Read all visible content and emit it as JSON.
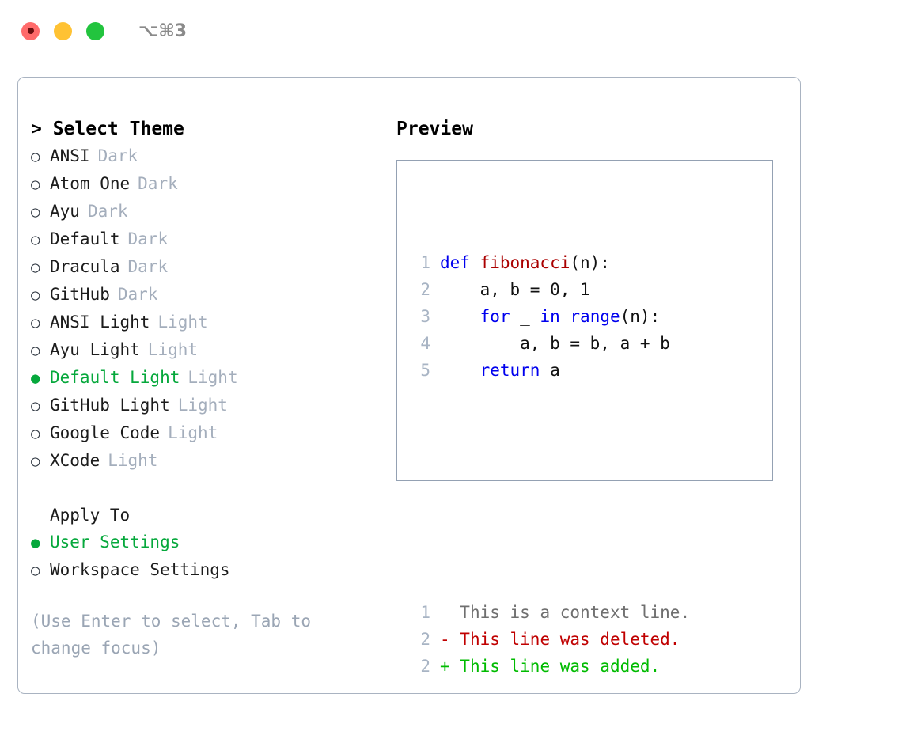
{
  "titlebar": {
    "buttons": [
      {
        "name": "close",
        "color": "#ff6b6b"
      },
      {
        "name": "minimize",
        "color": "#ffc233"
      },
      {
        "name": "zoom",
        "color": "#22c43e"
      }
    ],
    "shortcut": "⌥⌘3"
  },
  "theme_panel": {
    "header": "> Select Theme",
    "items": [
      {
        "bullet": "○",
        "label": "ANSI",
        "badge": "Dark",
        "selected": false
      },
      {
        "bullet": "○",
        "label": "Atom One",
        "badge": "Dark",
        "selected": false
      },
      {
        "bullet": "○",
        "label": "Ayu",
        "badge": "Dark",
        "selected": false
      },
      {
        "bullet": "○",
        "label": "Default",
        "badge": "Dark",
        "selected": false
      },
      {
        "bullet": "○",
        "label": "Dracula",
        "badge": "Dark",
        "selected": false
      },
      {
        "bullet": "○",
        "label": "GitHub",
        "badge": "Dark",
        "selected": false
      },
      {
        "bullet": "○",
        "label": "ANSI Light",
        "badge": "Light",
        "selected": false
      },
      {
        "bullet": "○",
        "label": "Ayu Light",
        "badge": "Light",
        "selected": false
      },
      {
        "bullet": "●",
        "label": "Default Light",
        "badge": "Light",
        "selected": true
      },
      {
        "bullet": "○",
        "label": "GitHub Light",
        "badge": "Light",
        "selected": false
      },
      {
        "bullet": "○",
        "label": "Google Code",
        "badge": "Light",
        "selected": false
      },
      {
        "bullet": "○",
        "label": "XCode",
        "badge": "Light",
        "selected": false
      }
    ],
    "apply_to": {
      "header": "Apply To",
      "options": [
        {
          "bullet": "●",
          "label": "User Settings",
          "selected": true
        },
        {
          "bullet": "○",
          "label": "Workspace Settings",
          "selected": false
        }
      ]
    },
    "hint": "(Use Enter to select, Tab to change focus)"
  },
  "preview": {
    "title": "Preview",
    "code_lines": [
      {
        "num": "1",
        "segments": [
          {
            "text": "def ",
            "style": "kw"
          },
          {
            "text": "fibonacci",
            "style": "fn"
          },
          {
            "text": "(n):",
            "style": "plain"
          }
        ]
      },
      {
        "num": "2",
        "segments": [
          {
            "text": "    a, b = 0, 1",
            "style": "plain"
          }
        ]
      },
      {
        "num": "3",
        "segments": [
          {
            "text": "    ",
            "style": "plain"
          },
          {
            "text": "for",
            "style": "kw"
          },
          {
            "text": " _ ",
            "style": "plain"
          },
          {
            "text": "in",
            "style": "kw"
          },
          {
            "text": " ",
            "style": "plain"
          },
          {
            "text": "range",
            "style": "kw"
          },
          {
            "text": "(n):",
            "style": "plain"
          }
        ]
      },
      {
        "num": "4",
        "segments": [
          {
            "text": "        a, b = b, a + b",
            "style": "plain"
          }
        ]
      },
      {
        "num": "5",
        "segments": [
          {
            "text": "    ",
            "style": "plain"
          },
          {
            "text": "return",
            "style": "kw"
          },
          {
            "text": " a",
            "style": "plain"
          }
        ]
      }
    ],
    "diff_lines": [
      {
        "num": "1",
        "marker": " ",
        "text": " This is a context line.",
        "style": "ctx"
      },
      {
        "num": "2",
        "marker": "-",
        "text": " This line was deleted.",
        "style": "del"
      },
      {
        "num": "2",
        "marker": "+",
        "text": " This line was added.",
        "style": "add"
      }
    ]
  },
  "colors": {
    "selected_green": "#06a83c",
    "diff_added": "#00bb00",
    "diff_deleted": "#c00000",
    "keyword_blue": "#0000ee",
    "function_red": "#aa0000",
    "muted_gray": "#a4aebc",
    "border": "#a9b3c1"
  }
}
